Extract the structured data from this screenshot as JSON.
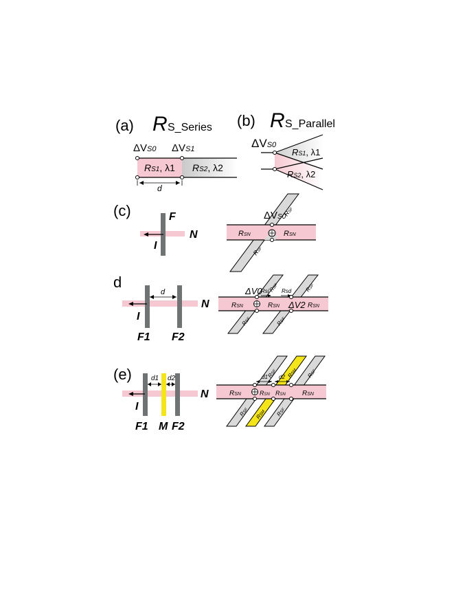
{
  "labels": {
    "a": "(a)",
    "b": "(b)",
    "c": "(c)",
    "d": "d",
    "e": "(e)",
    "R": "R",
    "series_sub": "S_Series",
    "parallel_sub": "S_Parallel",
    "delta": "ΔV",
    "s0": "S0",
    "s1": "S1",
    "rs1": "R",
    "rs1_sub": "S1",
    "lambda1": ", λ1",
    "rs2": "R",
    "rs2_sub": "S2",
    "lambda2": ", λ2",
    "d1": "d1",
    "d2": "d2",
    "F": "F",
    "N": "N",
    "I": "I",
    "F1": "F1",
    "F2": "F2",
    "M": "M",
    "RSN": "R",
    "SN": "SN",
    "SF": "SF",
    "SM": "SM",
    "v0": "ΔV0",
    "v2": "ΔV2",
    "rsi": "Rsi",
    "rsd": "Rsd"
  },
  "colors": {
    "nonmagnet": "#f6c9d2",
    "ferromagnet_bar": "#6f7373",
    "ferromagnet_resistor": "#d9d9d9",
    "middle_layer": "#f4e51a"
  }
}
